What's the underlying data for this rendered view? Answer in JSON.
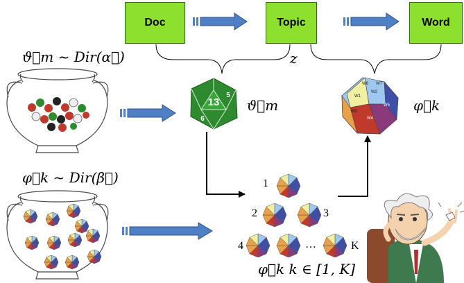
{
  "boxes": {
    "doc": "Doc",
    "topic": "Topic",
    "word": "Word"
  },
  "topic_variable": "z",
  "formulas": {
    "theta_prior": "ϑ⃗m ~ Dir(α⃗)",
    "phi_prior": "φ⃗k ~ Dir(β⃗)",
    "theta_m": "ϑ⃗m",
    "phi_k": "φ⃗k",
    "phi_range": "φ⃗k  k ∈ [1, K]"
  },
  "die_face_numbers": [
    "13",
    "5",
    "6"
  ],
  "word_die_faces": [
    "W1",
    "W2",
    "W3",
    "W4",
    "W5",
    "W6",
    "W7"
  ],
  "die_labels": [
    "1",
    "2",
    "3",
    "4",
    "K"
  ],
  "ellipsis": "…",
  "colors": {
    "box_green": "#8ee02e",
    "arrow_blue": "#4f7fc4",
    "green_die": "#2e8a2e",
    "face_red": "#c0392b",
    "face_blue": "#3f4fa8",
    "face_orange": "#e8a04a",
    "face_purple": "#8a3a7a",
    "face_lightblue": "#9ec8f0",
    "face_yellow": "#f0f0a0"
  }
}
